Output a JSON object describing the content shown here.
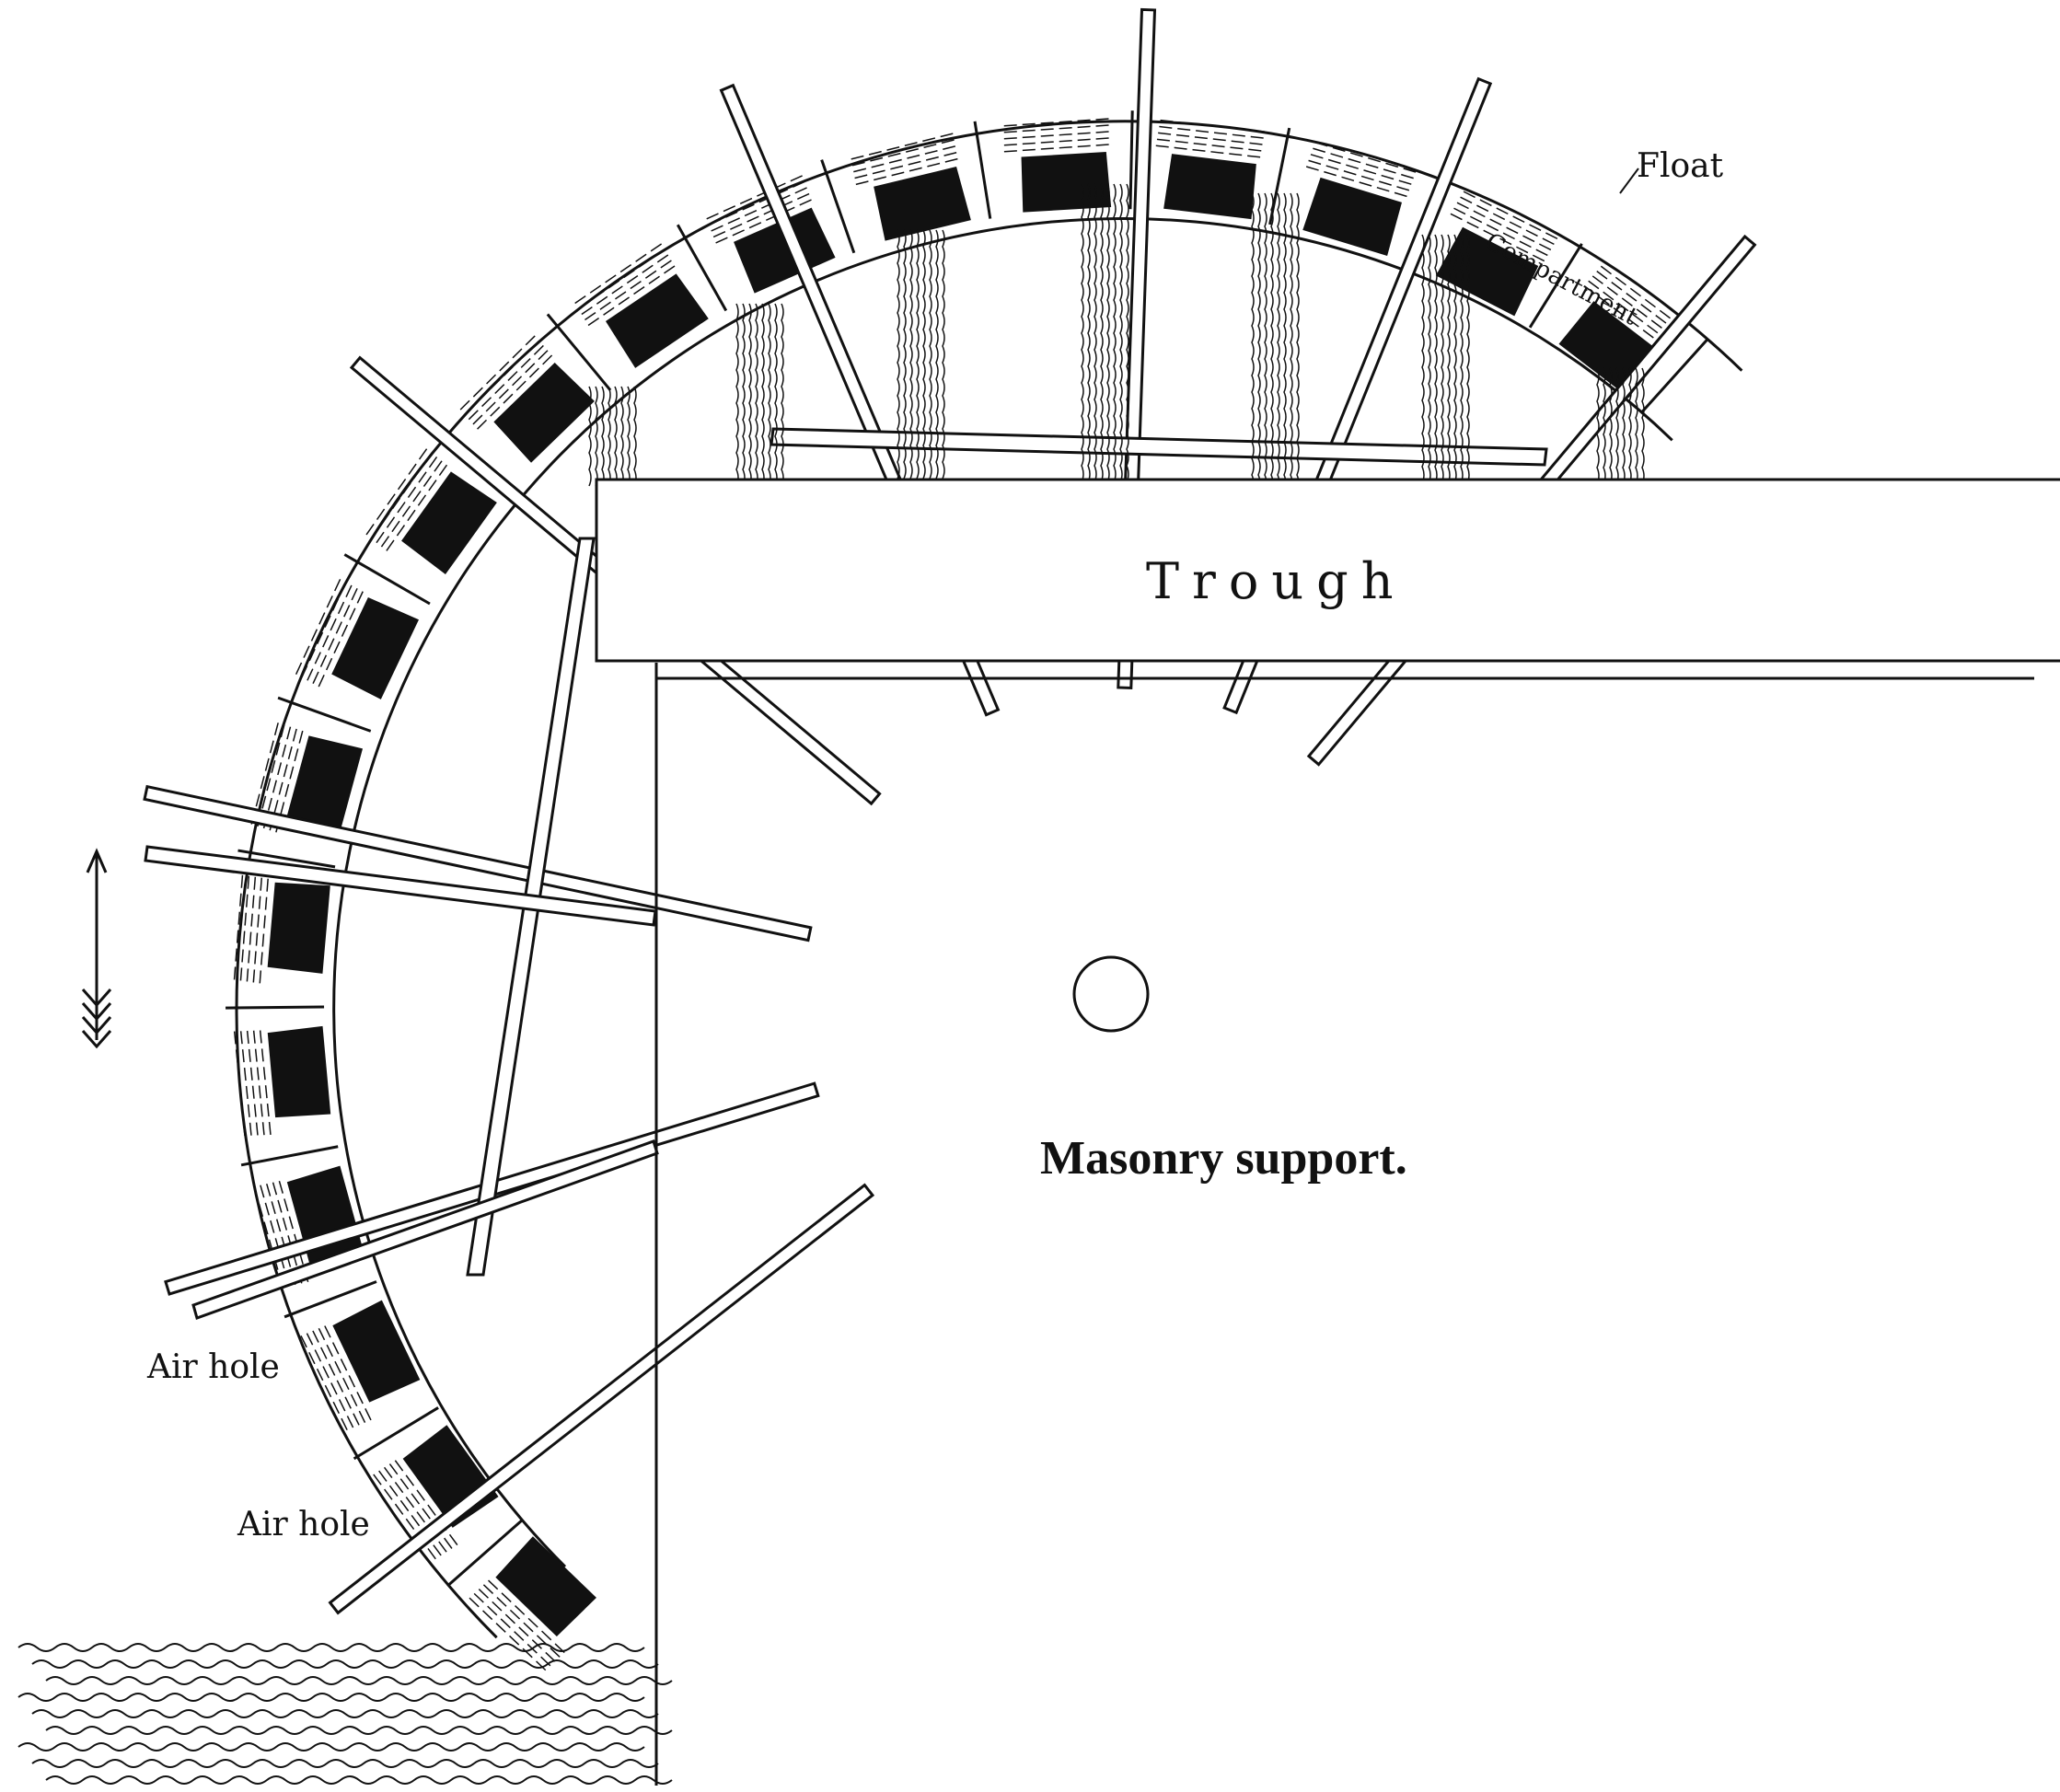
{
  "labels": {
    "float": "Float",
    "compartment": "Compartment",
    "trough": "Trough",
    "masonry": "Masonry support.",
    "air_hole_1": "Air hole",
    "air_hole_2": "Air hole"
  },
  "colors": {
    "ink": "#111111",
    "paper": "#ffffff",
    "compartment_fill": "#111111"
  }
}
